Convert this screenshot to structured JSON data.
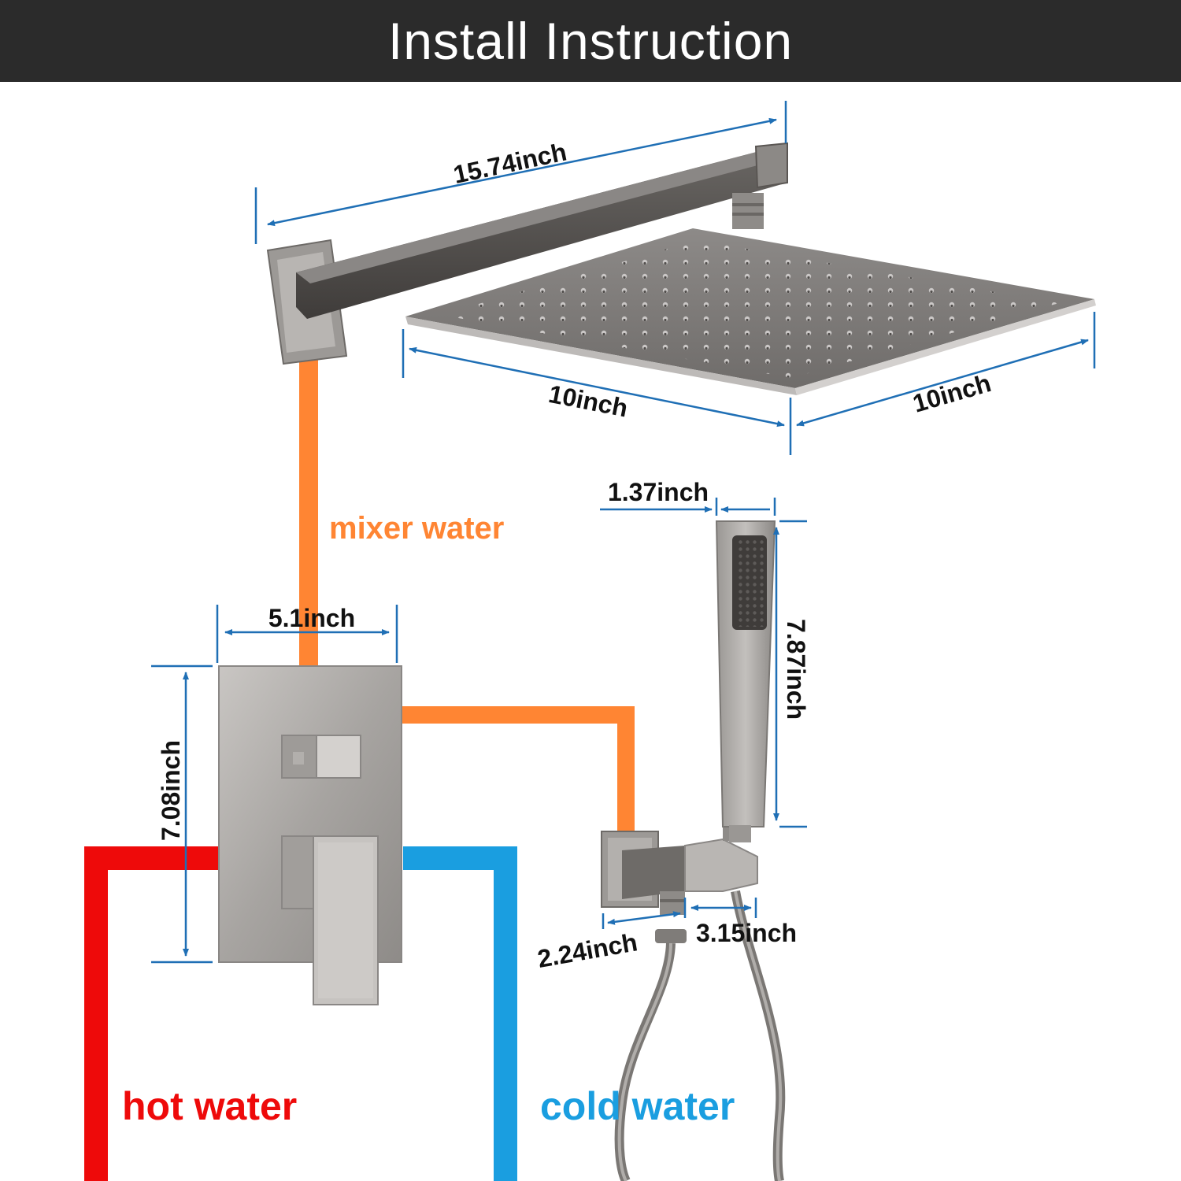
{
  "title": "Install Instruction",
  "colors": {
    "title_bar": "#2b2b2b",
    "mixer_pipe": "#ff8533",
    "hot_pipe": "#ee0a0a",
    "cold_pipe": "#1a9ee0",
    "dimension_line": "#1f6fb5",
    "metal": "#a9a6a3",
    "dark_metal": "#5a5653"
  },
  "labels": {
    "mixer_water": "mixer water",
    "hot_water": "hot water",
    "cold_water": "cold water"
  },
  "dimensions": {
    "arm_length": "15.74inch",
    "head_width": "10inch",
    "head_depth": "10inch",
    "handheld_width": "1.37inch",
    "handheld_length": "7.87inch",
    "valve_width": "5.1inch",
    "valve_height": "7.08inch",
    "holder_width": "2.24inch",
    "holder_depth": "3.15inch"
  }
}
